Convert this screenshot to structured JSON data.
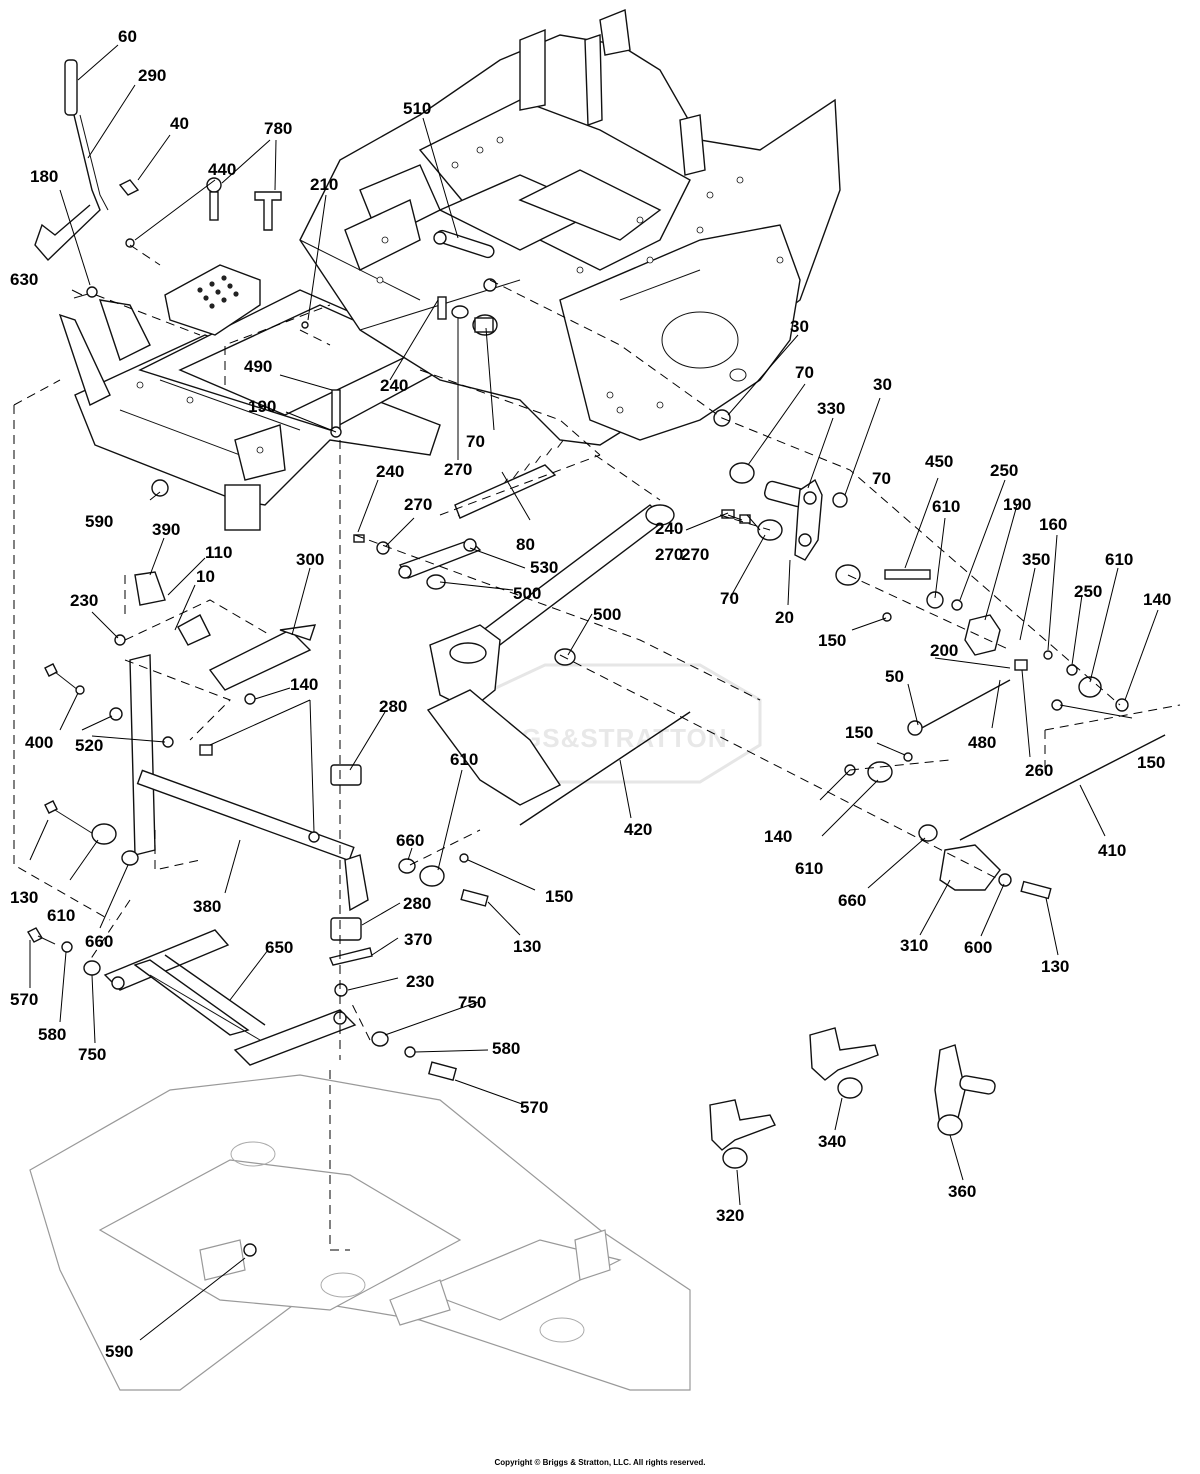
{
  "watermark": "BRIGGS&STRATTON",
  "copyright": "Copyright © Briggs & Stratton, LLC. All rights reserved.",
  "callouts": [
    "60",
    "290",
    "40",
    "780",
    "440",
    "180",
    "210",
    "510",
    "630",
    "30",
    "490",
    "240",
    "70",
    "190",
    "30",
    "330",
    "70",
    "270",
    "70",
    "450",
    "590",
    "240",
    "270",
    "80",
    "250",
    "190",
    "160",
    "390",
    "110",
    "300",
    "270",
    "240",
    "530",
    "270",
    "70",
    "20",
    "610",
    "350",
    "610",
    "10",
    "500",
    "500",
    "150",
    "250",
    "140",
    "230",
    "200",
    "50",
    "480",
    "260",
    "400",
    "520",
    "140",
    "280",
    "150",
    "150",
    "660",
    "610",
    "140",
    "420",
    "610",
    "410",
    "130",
    "610",
    "660",
    "380",
    "280",
    "150",
    "660",
    "310",
    "600",
    "130",
    "130",
    "370",
    "570",
    "580",
    "750",
    "650",
    "230",
    "750",
    "580",
    "570",
    "340",
    "360",
    "320",
    "590"
  ]
}
